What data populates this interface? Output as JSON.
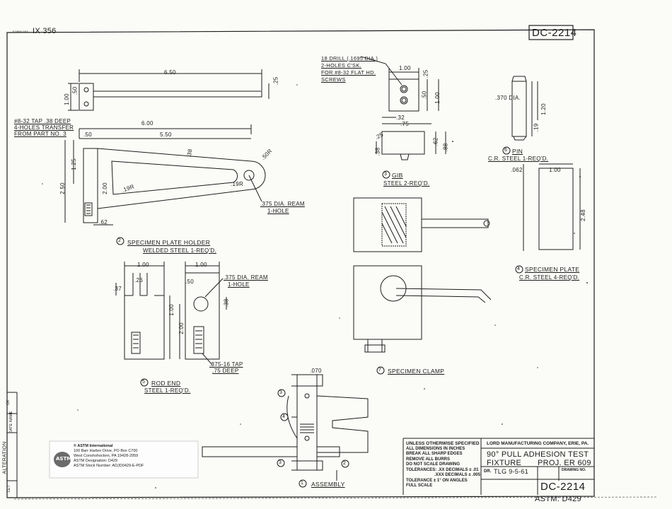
{
  "header": {
    "form_no": "FORM 503",
    "form_number": "IX 356",
    "drawing_no_top": "DC-2214"
  },
  "part2": {
    "title": "SPECIMEN PLATE HOLDER",
    "subtitle": "WELDED STEEL  1-REQ'D.",
    "note_tap": "#8-32 TAP .38 DEEP",
    "note_holes": "4-HOLES TRANSFER",
    "note_from": "FROM PART NO. 3",
    "note_ream": ".375 DIA. REAM",
    "note_hole": "1-HOLE",
    "dims": {
      "d650": "6.50",
      "d25": ".25",
      "d50": ".50",
      "d100": "1.00",
      "d600": "6.00",
      "d50b": ".50",
      "d550": "5.50",
      "d125": "1.25",
      "d250": "2.50",
      "d200": "2.00",
      "d38": ".38",
      "d50r": ".50R",
      "d19r": ".19R",
      "d19r2": ".19R",
      "d62": ".62"
    }
  },
  "part3": {
    "title": "GIB",
    "subtitle": "STEEL  2-REQ'D.",
    "note1": "18 DRILL (.1695 DIA.)",
    "note2": "2-HOLES  C'SK.",
    "note3": "FOR #8-32 FLAT HD.",
    "note4": "SCREWS",
    "dims": {
      "d100": "1.00",
      "d25": ".25",
      "d50": ".50",
      "d100v": "1.00",
      "d32": ".32",
      "d75": ".75",
      "d25b": ".25",
      "d38": ".38",
      "d62": ".62",
      "d88": ".88"
    }
  },
  "part6": {
    "title": "PIN",
    "subtitle": "C.R. STEEL  1-REQ'D.",
    "dims": {
      "dia": ".370 DIA.",
      "d120": "1.20",
      "d19": ".19"
    }
  },
  "part4": {
    "title": "SPECIMEN PLATE",
    "subtitle": "C.R. STEEL  4-REQ'D.",
    "dims": {
      "d062": ".062",
      "d100": "1.00",
      "d248": "2.48"
    }
  },
  "part5": {
    "title": "ROD END",
    "subtitle": "STEEL  1-REQ'D.",
    "note_ream": ".375 DIA. REAM",
    "note_hole": "1-HOLE",
    "note_tap": ".375-16 TAP",
    "note_deep": ".75 DEEP",
    "dims": {
      "d100a": "1.00",
      "d100b": "1.00",
      "d26": ".26",
      "d37": ".37",
      "d50": ".50",
      "d38": ".38",
      "d100v": "1.00",
      "d200": "2.00"
    }
  },
  "part7": {
    "title": "SPECIMEN CLAMP"
  },
  "part1": {
    "title": "ASSEMBLY",
    "dim": ".070"
  },
  "balloons": {
    "p1": "1",
    "p2": "2",
    "p3": "3",
    "p4": "4",
    "p5": "5",
    "p6": "6",
    "p7": "7"
  },
  "side_strip": {
    "ok": "OK",
    "date_name": "DATE NAME",
    "alteration": "ALTERATION",
    "let": "LET"
  },
  "stamp": {
    "logo": "ASTM",
    "line1": "© ASTM International",
    "line2": "100 Barr Harbor Drive, PO Box C700",
    "line3": "West Conshohocken, PA 19428-2959",
    "line4": "ASTM Designation: D429",
    "line5": "ASTM Stock Number: ADJD0429-E-PDF"
  },
  "title_block": {
    "tolerances": [
      "UNLESS OTHERWISE SPECIFIED",
      "ALL DIMENSIONS IN INCHES",
      "BREAK ALL SHARP EDGES",
      "REMOVE ALL BURRS",
      "DO NOT SCALE DRAWING",
      "TOLERANCES: .XX DECIMALS ± .01",
      ".XXX DECIMALS ± .005",
      "TOLERANCE ± 1° ON ANGLES",
      "FULL SCALE"
    ],
    "company": "LORD MANUFACTURING COMPANY, ERIE, PA.",
    "title_line1": "90° PULL ADHESION TEST",
    "title_line2": "FIXTURE",
    "proj": "PROJ. ER 609",
    "dr_label": "DR.",
    "dr_value": "TLG  9-5-61",
    "drawing_no_label": "DRAWING NO.",
    "drawing_no": "DC-2214",
    "bottom_note": "ASTM: D429"
  }
}
